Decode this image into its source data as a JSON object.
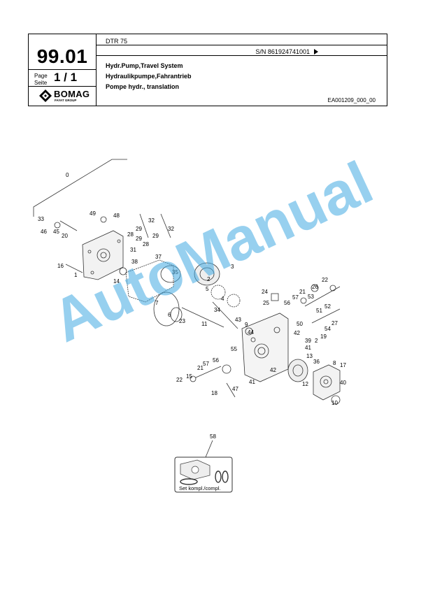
{
  "header": {
    "page_number": "99.01",
    "page_label_1": "Page",
    "page_label_2": "Seite",
    "page_value": "1 / 1",
    "brand": "BOMAG",
    "brand_sub": "FAYAT GROUP",
    "model": "DTR 75",
    "serial": "S/N 861924741001",
    "title_en": "Hydr.Pump,Travel System",
    "title_de": "Hydraulikpumpe,Fahrantrieb",
    "title_fr": "Pompe hydr., translation",
    "drawing_ref": "EA001209_000_00"
  },
  "drawing": {
    "callouts": [
      "0",
      "33",
      "46",
      "45",
      "20",
      "49",
      "48",
      "29",
      "32",
      "28",
      "29",
      "32",
      "28",
      "29",
      "31",
      "16",
      "1",
      "38",
      "14",
      "37",
      "35",
      "3",
      "5",
      "2",
      "4",
      "34",
      "7",
      "6",
      "23",
      "11",
      "24",
      "25",
      "21",
      "57",
      "56",
      "26",
      "22",
      "53",
      "51",
      "52",
      "50",
      "54",
      "27",
      "19",
      "43",
      "9",
      "44",
      "55",
      "39",
      "2",
      "41",
      "42",
      "13",
      "36",
      "8",
      "17",
      "56",
      "21",
      "57",
      "22",
      "15",
      "18",
      "47",
      "41",
      "42",
      "12",
      "40",
      "10",
      "58"
    ],
    "kit_label": "Set kompl./compl."
  },
  "watermark": "AutoManual"
}
